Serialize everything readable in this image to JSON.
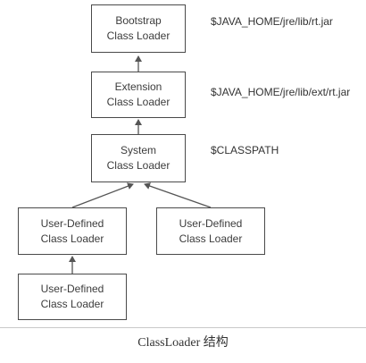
{
  "nodes": {
    "bootstrap": {
      "line1": "Bootstrap",
      "line2": "Class Loader"
    },
    "extension": {
      "line1": "Extension",
      "line2": "Class Loader"
    },
    "system": {
      "line1": "System",
      "line2": "Class Loader"
    },
    "user_left": {
      "line1": "User-Defined",
      "line2": "Class Loader"
    },
    "user_right": {
      "line1": "User-Defined",
      "line2": "Class Loader"
    },
    "user_bottom": {
      "line1": "User-Defined",
      "line2": "Class Loader"
    }
  },
  "paths": {
    "bootstrap": "$JAVA_HOME/jre/lib/rt.jar",
    "extension": "$JAVA_HOME/jre/lib/ext/rt.jar",
    "system": "$CLASSPATH"
  },
  "caption": "ClassLoader 结构",
  "colors": {
    "border": "#4a4a4a",
    "arrow": "#555555",
    "divider": "#c8c8c8"
  }
}
